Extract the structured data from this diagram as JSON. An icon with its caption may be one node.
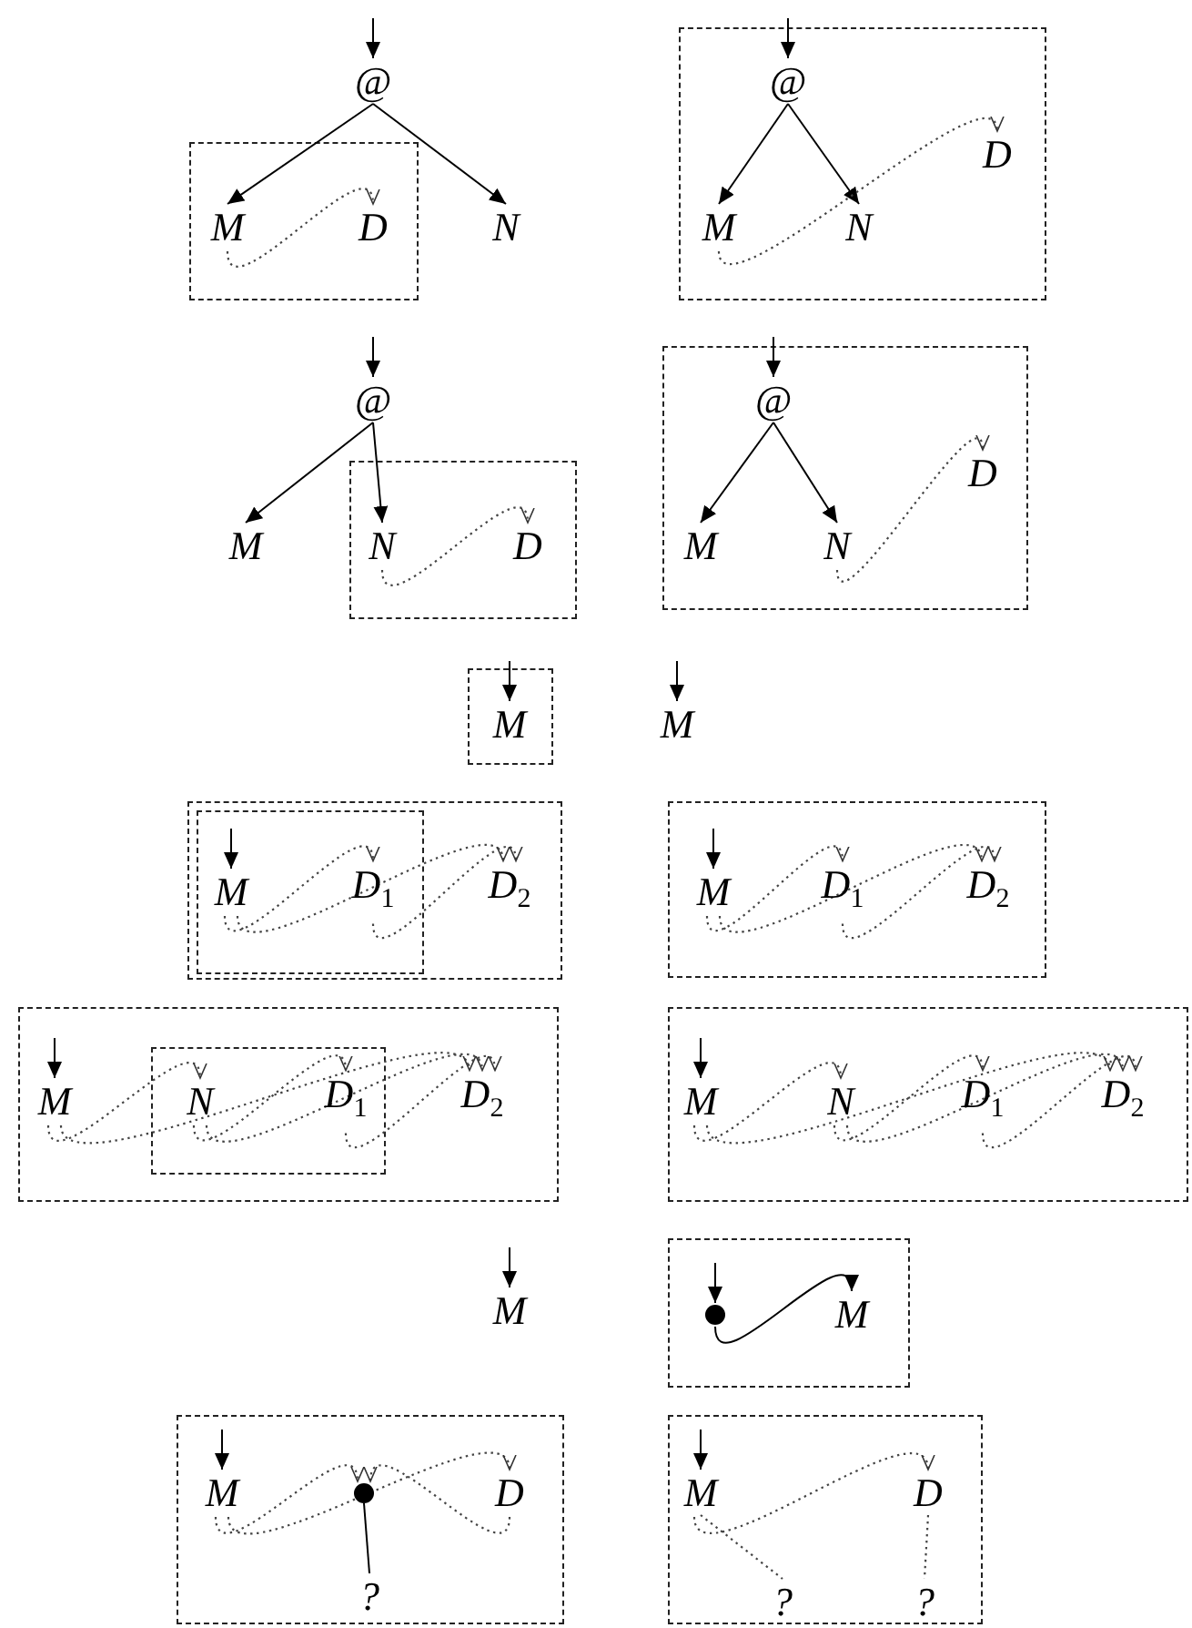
{
  "diagram": {
    "nodes": [
      {
        "text": [
          "@"
        ]
      },
      {
        "text": [],
        "shape": "box"
      },
      {
        "text": [
          "M"
        ],
        "in": 1
      },
      {
        "text": [
          "D"
        ],
        "in": 1
      },
      {
        "text": [
          "N"
        ]
      },
      {
        "text": [],
        "shape": "box"
      },
      {
        "text": [
          "@"
        ],
        "in": 5
      },
      {
        "text": [
          "D"
        ],
        "in": 5
      },
      {
        "text": [
          "M"
        ],
        "in": 5
      },
      {
        "text": [
          "N"
        ],
        "in": 5
      },
      {
        "text": [
          "@"
        ]
      },
      {
        "text": [
          "M"
        ]
      },
      {
        "text": [],
        "shape": "box"
      },
      {
        "text": [
          "N"
        ],
        "in": 12
      },
      {
        "text": [
          "D"
        ],
        "in": 12
      },
      {
        "text": [],
        "shape": "box"
      },
      {
        "text": [
          "@"
        ],
        "in": 15
      },
      {
        "text": [
          "D"
        ],
        "in": 15
      },
      {
        "text": [
          "M"
        ],
        "in": 15
      },
      {
        "text": [
          "N"
        ],
        "in": 15
      },
      {
        "text": [],
        "shape": "box"
      },
      {
        "text": [
          "M"
        ],
        "in": 20
      },
      {
        "text": [
          "M"
        ]
      },
      {
        "text": [],
        "shape": "box"
      },
      {
        "text": [],
        "shape": "box",
        "in": 23
      },
      {
        "text": [
          "M"
        ],
        "in": 24
      },
      {
        "text": [
          "D$_{1}$"
        ],
        "in": 24
      },
      {
        "text": [
          "D$_{2}$"
        ],
        "in": 23
      },
      {
        "text": [],
        "shape": "box"
      },
      {
        "text": [
          "M"
        ],
        "in": 28
      },
      {
        "text": [
          "D$_{1}$"
        ],
        "in": 28
      },
      {
        "text": [
          "D$_{2}$"
        ],
        "in": 28
      },
      {
        "text": [],
        "shape": "box"
      },
      {
        "text": [
          "M"
        ],
        "in": 32
      },
      {
        "text": [],
        "shape": "box",
        "in": 32
      },
      {
        "text": [
          "N"
        ],
        "in": 34
      },
      {
        "text": [
          "D$_{1}$"
        ],
        "in": 34
      },
      {
        "text": [
          "D$_{2}$"
        ],
        "in": 32
      },
      {
        "text": [],
        "shape": "box"
      },
      {
        "text": [
          "M"
        ],
        "in": 38
      },
      {
        "text": [
          "N"
        ],
        "in": 38
      },
      {
        "text": [
          "D$_{1}$"
        ],
        "in": 38
      },
      {
        "text": [
          "D$_{2}$"
        ],
        "in": 38
      },
      {
        "text": [
          "M"
        ]
      },
      {
        "text": [],
        "shape": "box"
      },
      {
        "text": [],
        "shape": "circle",
        "in": 44
      },
      {
        "text": [
          "M"
        ],
        "in": 44
      },
      {
        "text": [],
        "shape": "box"
      },
      {
        "text": [
          "M"
        ],
        "in": 47
      },
      {
        "text": [],
        "shape": "circle",
        "in": 47
      },
      {
        "text": [
          "D"
        ],
        "in": 47
      },
      {
        "text": [
          "?"
        ],
        "in": 47
      },
      {
        "text": [],
        "shape": "box"
      },
      {
        "text": [
          "M"
        ],
        "in": 52
      },
      {
        "text": [
          "D"
        ],
        "in": 52
      },
      {
        "text": [
          "?"
        ],
        "in": 52
      },
      {
        "text": [
          "?"
        ],
        "in": 52
      }
    ],
    "edges": [
      {
        "from": null,
        "to": 0,
        "arrow": "to"
      },
      {
        "from": 0,
        "to": 2,
        "arrow": "to"
      },
      {
        "from": 0,
        "to": 4,
        "arrow": "to"
      },
      {
        "from": 2,
        "to": 3,
        "arrow": "to",
        "style": "dashed"
      },
      {
        "from": null,
        "to": 6,
        "arrow": "to"
      },
      {
        "from": 6,
        "to": 8,
        "arrow": "to"
      },
      {
        "from": 6,
        "to": 9,
        "arrow": "to"
      },
      {
        "from": 8,
        "to": 7,
        "arrow": "to",
        "style": "dashed"
      },
      {
        "from": null,
        "to": 10,
        "arrow": "to"
      },
      {
        "from": 10,
        "to": 11,
        "arrow": "to"
      },
      {
        "from": 10,
        "to": 13,
        "arrow": "to"
      },
      {
        "from": 13,
        "to": 14,
        "arrow": "to",
        "style": "dashed"
      },
      {
        "from": null,
        "to": 16,
        "arrow": "to"
      },
      {
        "from": 16,
        "to": 18,
        "arrow": "to"
      },
      {
        "from": 16,
        "to": 19,
        "arrow": "to"
      },
      {
        "from": 19,
        "to": 17,
        "arrow": "to",
        "style": "dashed"
      },
      {
        "from": null,
        "to": 21,
        "arrow": "to"
      },
      {
        "from": null,
        "to": 22,
        "arrow": "to"
      },
      {
        "from": null,
        "to": 25,
        "arrow": "to"
      },
      {
        "from": 25,
        "to": 26,
        "arrow": "to",
        "style": "dashed"
      },
      {
        "from": 25,
        "to": 27,
        "arrow": "to",
        "style": "dashed"
      },
      {
        "from": 26,
        "to": 27,
        "arrow": "to",
        "style": "dashed"
      },
      {
        "from": null,
        "to": 29,
        "arrow": "to"
      },
      {
        "from": 29,
        "to": 30,
        "arrow": "to",
        "style": "dashed"
      },
      {
        "from": 29,
        "to": 31,
        "arrow": "to",
        "style": "dashed"
      },
      {
        "from": 30,
        "to": 31,
        "arrow": "to",
        "style": "dashed"
      },
      {
        "from": null,
        "to": 33,
        "arrow": "to"
      },
      {
        "from": 33,
        "to": 35,
        "arrow": "to",
        "style": "dashed"
      },
      {
        "from": 33,
        "to": 37,
        "arrow": "to",
        "style": "dashed"
      },
      {
        "from": 35,
        "to": 36,
        "arrow": "to",
        "style": "dashed"
      },
      {
        "from": 35,
        "to": 37,
        "arrow": "to",
        "style": "dashed"
      },
      {
        "from": 36,
        "to": 37,
        "arrow": "to",
        "style": "dashed"
      },
      {
        "from": null,
        "to": 39,
        "arrow": "to"
      },
      {
        "from": 39,
        "to": 40,
        "arrow": "to",
        "style": "dashed"
      },
      {
        "from": 39,
        "to": 42,
        "arrow": "to",
        "style": "dashed"
      },
      {
        "from": 40,
        "to": 41,
        "arrow": "to",
        "style": "dashed"
      },
      {
        "from": 40,
        "to": 42,
        "arrow": "to",
        "style": "dashed"
      },
      {
        "from": 41,
        "to": 42,
        "arrow": "to",
        "style": "dashed"
      },
      {
        "from": null,
        "to": 43,
        "arrow": "to"
      },
      {
        "from": null,
        "to": 45,
        "arrow": "to"
      },
      {
        "from": 45,
        "to": 46,
        "arrow": "to"
      },
      {
        "from": null,
        "to": 48,
        "arrow": "to"
      },
      {
        "from": 48,
        "to": 49,
        "arrow": "to",
        "style": "dashed"
      },
      {
        "from": 48,
        "to": 50,
        "arrow": "to",
        "style": "dashed"
      },
      {
        "from": 50,
        "to": 49,
        "arrow": "to",
        "style": "dashed"
      },
      {
        "from": 49,
        "to": 51,
        "arrow": "none"
      },
      {
        "from": null,
        "to": 53,
        "arrow": "to"
      },
      {
        "from": 53,
        "to": 54,
        "arrow": "to",
        "style": "dashed"
      },
      {
        "from": 53,
        "to": 55,
        "arrow": "none",
        "style": "dashed"
      },
      {
        "from": 54,
        "to": 56,
        "arrow": "none",
        "style": "dashed"
      }
    ]
  }
}
